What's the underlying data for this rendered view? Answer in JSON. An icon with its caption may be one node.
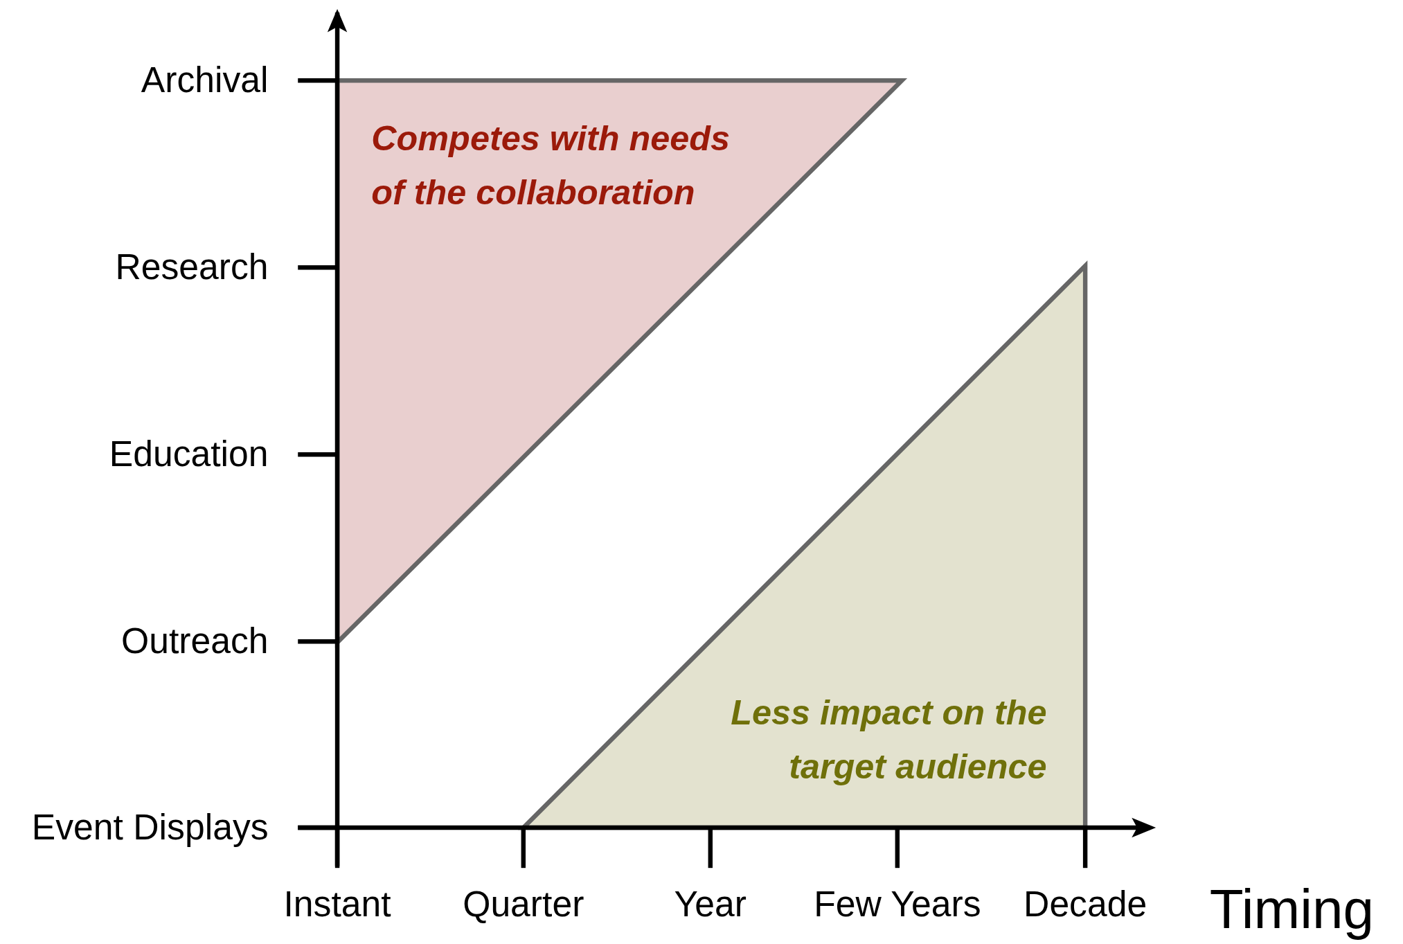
{
  "diagram": {
    "nodes": [
      {
        "text": [
          "Competes with needs of the collaboration"
        ]
      },
      {
        "text": [
          "Less impact on the target audience"
        ]
      }
    ],
    "labels": [
      "Archival",
      "Research",
      "Education",
      "Outreach",
      "Event Displays",
      "Instant",
      "Quarter",
      "Year",
      "Few Years",
      "Decade",
      "Timing"
    ]
  }
}
